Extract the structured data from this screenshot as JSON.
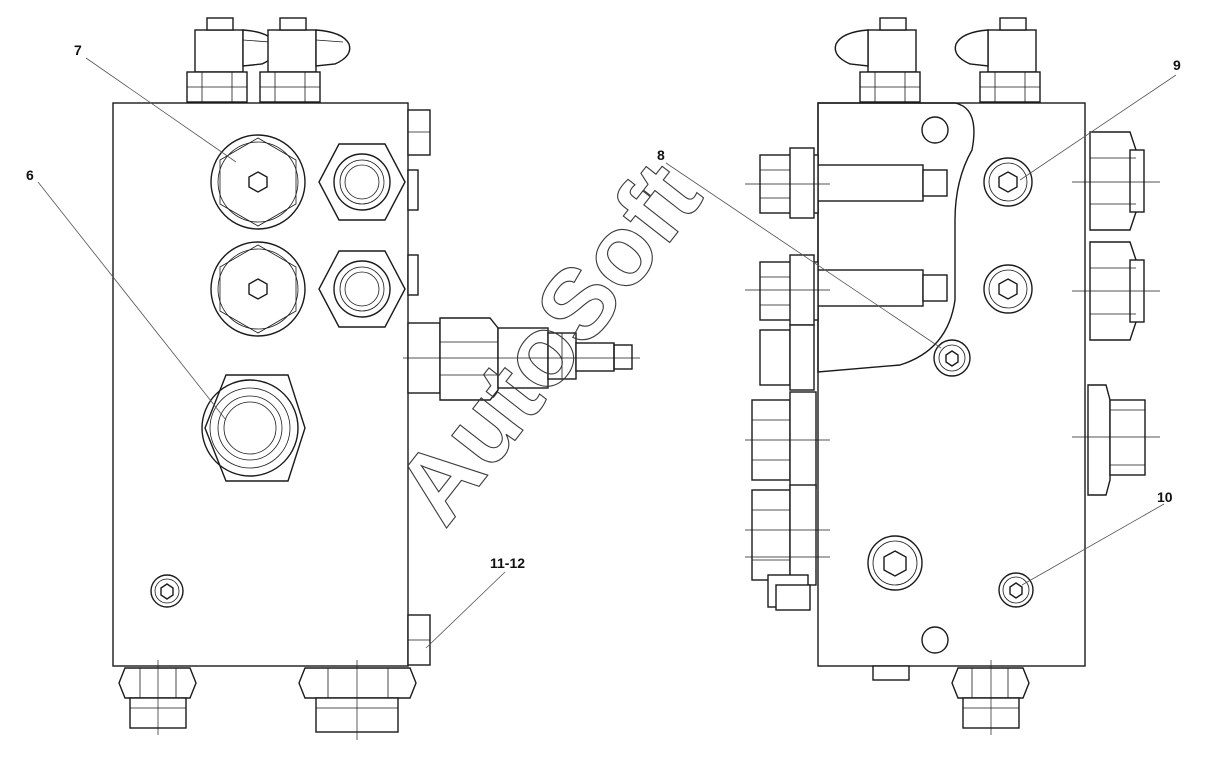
{
  "callouts": {
    "c6": "6",
    "c7": "7",
    "c8": "8",
    "c9": "9",
    "c10": "10",
    "c11_12": "11-12"
  },
  "watermark": "AutoSoft",
  "colors": {
    "line": "#1a1a1a",
    "leader": "#555555",
    "background": "#ffffff"
  }
}
